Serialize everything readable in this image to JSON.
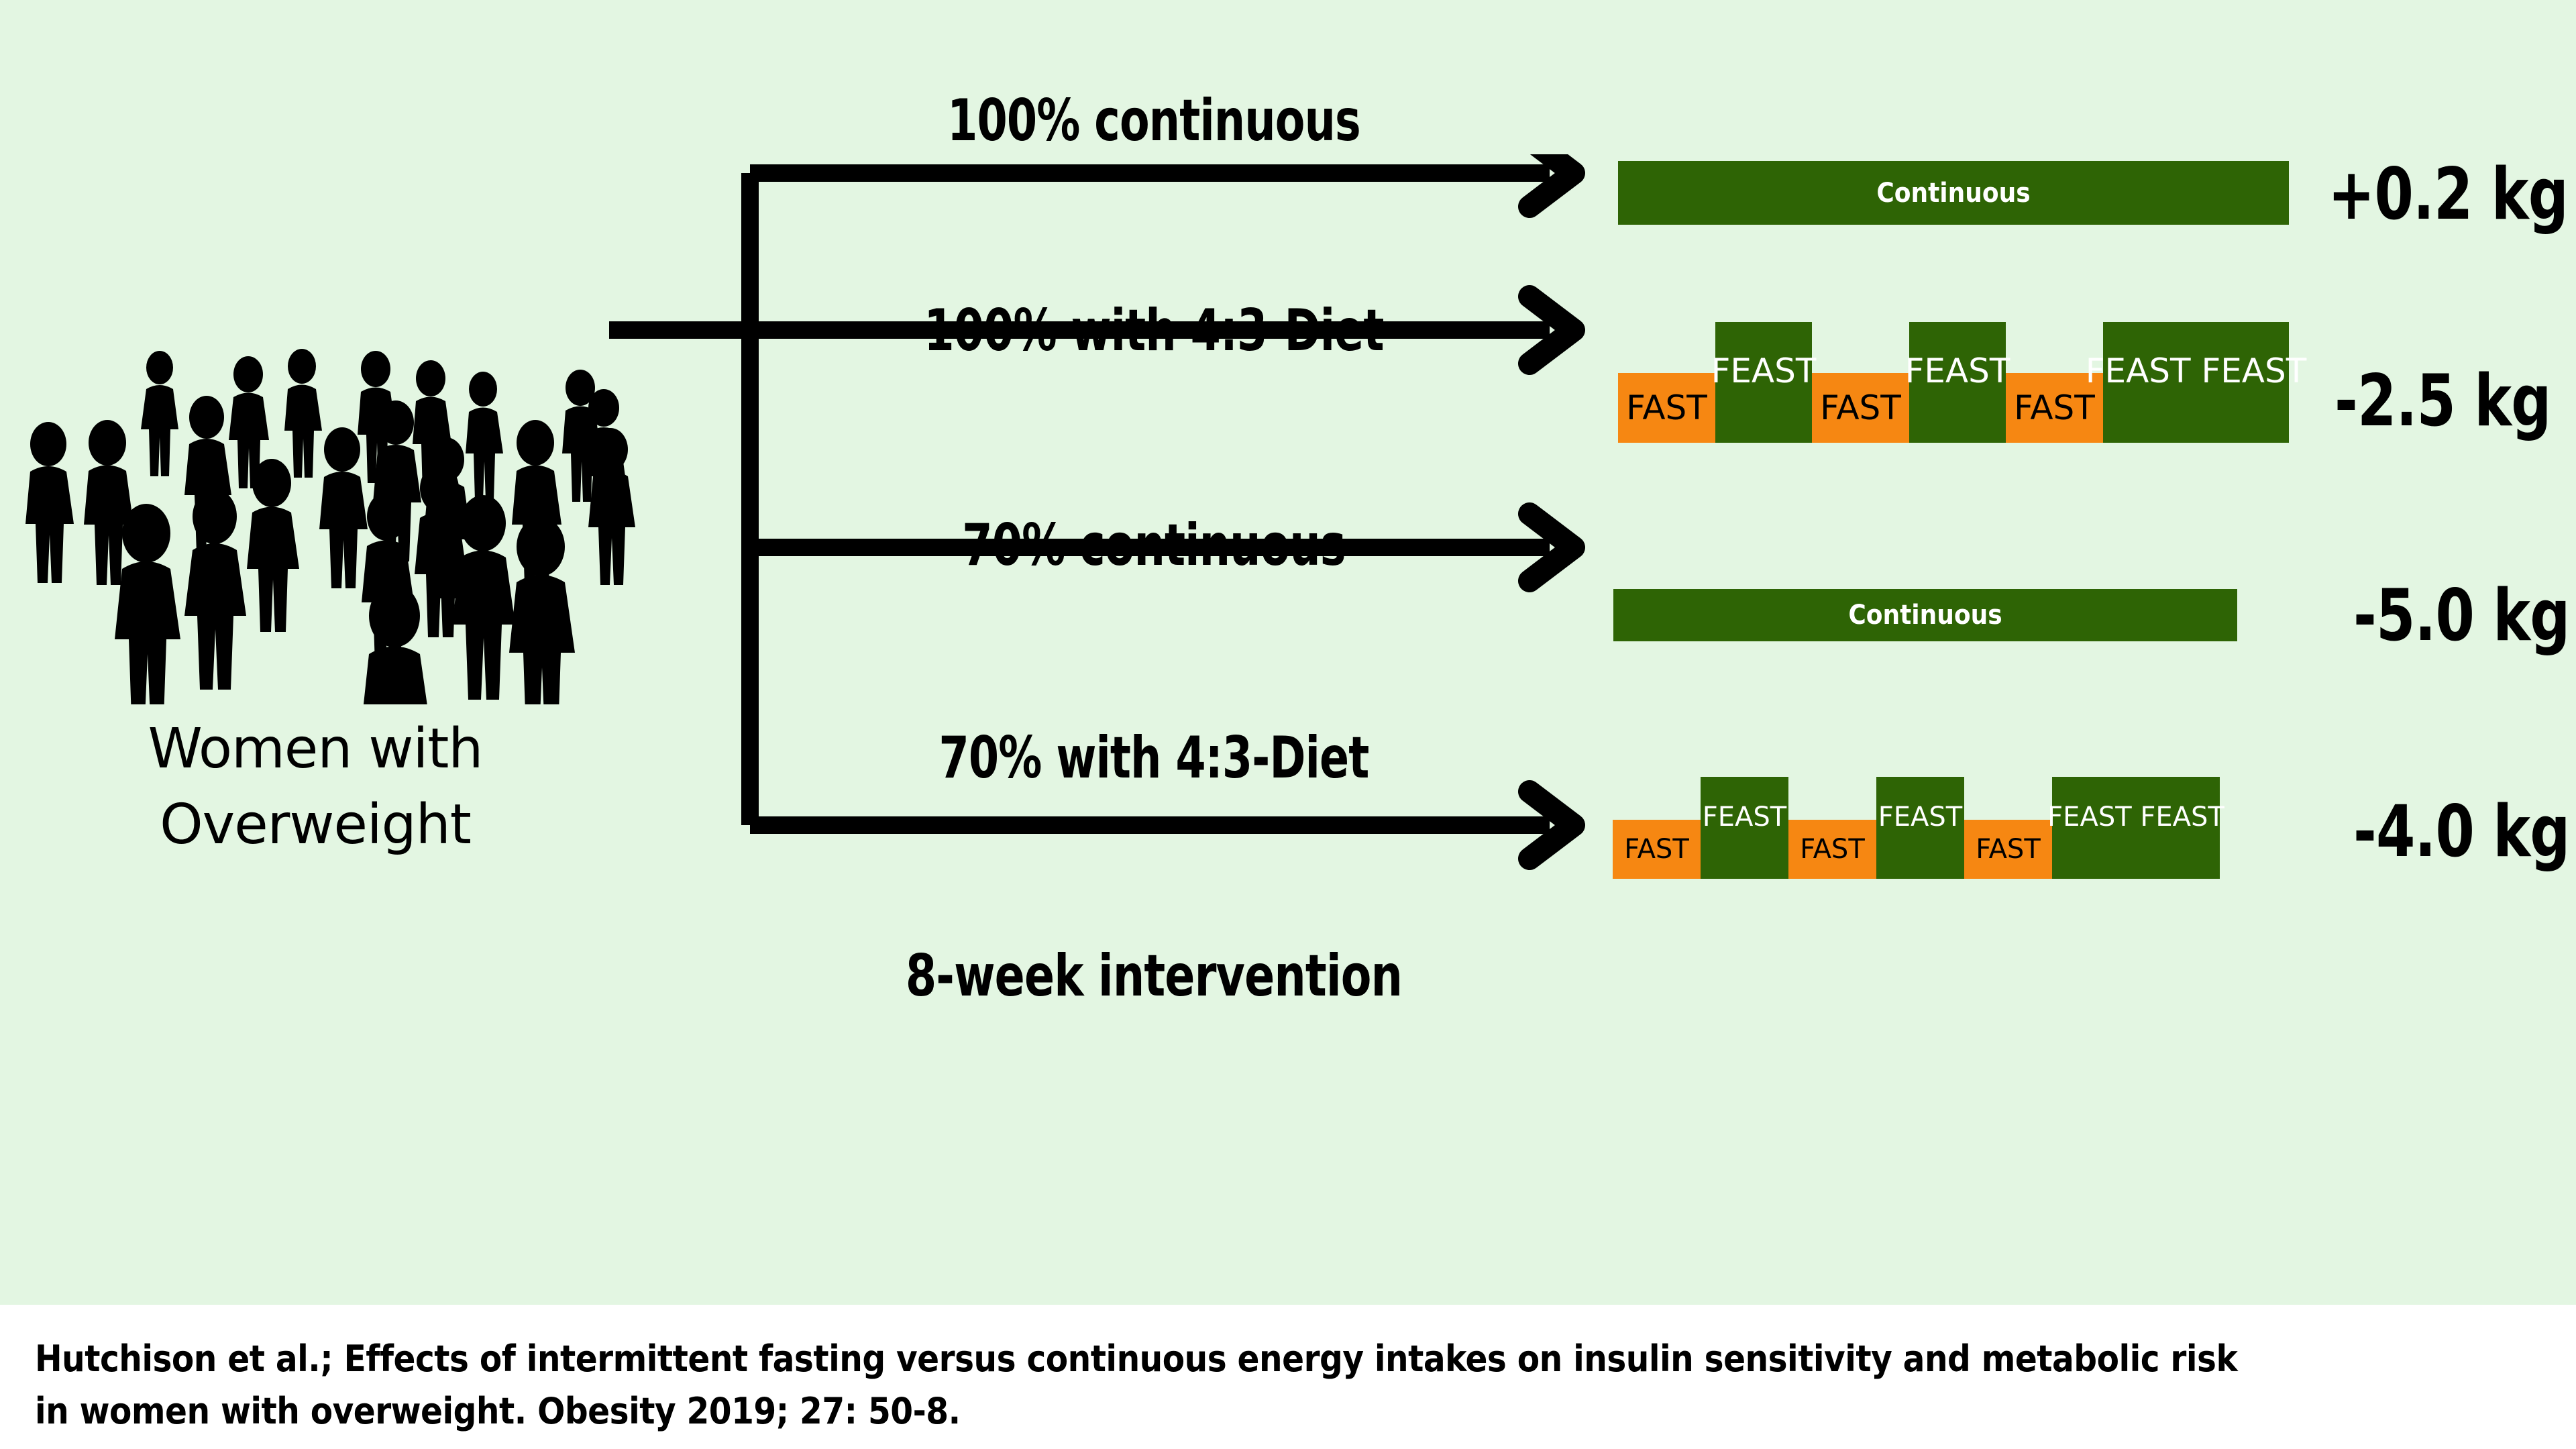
{
  "background_color": "#e3f6e2",
  "colors": {
    "feast_green": "#2e6405",
    "fast_orange": "#f68712",
    "text_black": "#000000",
    "label_white": "#ffffff",
    "citation_band": "#ffffff"
  },
  "population": {
    "label_line1": "Women with",
    "label_line2": "Overweight",
    "icon": "crowd-of-people-icon"
  },
  "intervention_caption": "8-week intervention",
  "chart_data": {
    "type": "diagram",
    "title": "Effects of intermittent fasting versus continuous energy intake",
    "population": "Women with Overweight",
    "duration": "8-week intervention",
    "arms": [
      {
        "label": "100% continuous",
        "schedule_type": "continuous",
        "schedule_label": "Continuous",
        "bar_relative_width": 1.0,
        "weight_change_kg": 0.2,
        "result": "+0.2 kg"
      },
      {
        "label": "100% with 4:3-Diet",
        "schedule_type": "intermittent",
        "blocks": [
          "FAST",
          "FEAST",
          "FAST",
          "FEAST",
          "FAST",
          "FEAST FEAST"
        ],
        "bar_relative_width": 1.0,
        "weight_change_kg": -2.5,
        "result": "-2.5 kg"
      },
      {
        "label": "70% continuous",
        "schedule_type": "continuous",
        "schedule_label": "Continuous",
        "bar_relative_width": 0.93,
        "weight_change_kg": -5.0,
        "result": "-5.0 kg"
      },
      {
        "label": "70% with 4:3-Diet",
        "schedule_type": "intermittent",
        "blocks": [
          "FAST",
          "FEAST",
          "FAST",
          "FEAST",
          "FAST",
          "FEAST FEAST"
        ],
        "bar_relative_width": 0.82,
        "weight_change_kg": -4.0,
        "result": "-4.0 kg"
      }
    ],
    "legend": [
      {
        "name": "FAST",
        "color": "#f68712"
      },
      {
        "name": "FEAST",
        "color": "#2e6405"
      },
      {
        "name": "Continuous",
        "color": "#2e6405"
      }
    ]
  },
  "rows": [
    {
      "arrow_label": "100% continuous",
      "continuous_label": "Continuous",
      "result": "+0.2 kg"
    },
    {
      "arrow_label": "100% with 4:3-Diet",
      "blocks": [
        {
          "type": "fast",
          "label": "FAST"
        },
        {
          "type": "feast",
          "label": "FEAST"
        },
        {
          "type": "fast",
          "label": "FAST"
        },
        {
          "type": "feast",
          "label": "FEAST"
        },
        {
          "type": "fast",
          "label": "FAST"
        },
        {
          "type": "feast",
          "label": "FEAST FEAST"
        }
      ],
      "result": "-2.5 kg"
    },
    {
      "arrow_label": "70% continuous",
      "continuous_label": "Continuous",
      "result": "-5.0 kg"
    },
    {
      "arrow_label": "70% with 4:3-Diet",
      "blocks": [
        {
          "type": "fast",
          "label": "FAST"
        },
        {
          "type": "feast",
          "label": "FEAST"
        },
        {
          "type": "fast",
          "label": "FAST"
        },
        {
          "type": "feast",
          "label": "FEAST"
        },
        {
          "type": "fast",
          "label": "FAST"
        },
        {
          "type": "feast",
          "label": "FEAST FEAST"
        }
      ],
      "result": "-4.0 kg"
    }
  ],
  "citation": {
    "line1": "Hutchison et al.; Effects of intermittent fasting versus continuous energy intakes on insulin sensitivity and metabolic risk",
    "line2": "in women with overweight. Obesity 2019; 27: 50-8."
  }
}
